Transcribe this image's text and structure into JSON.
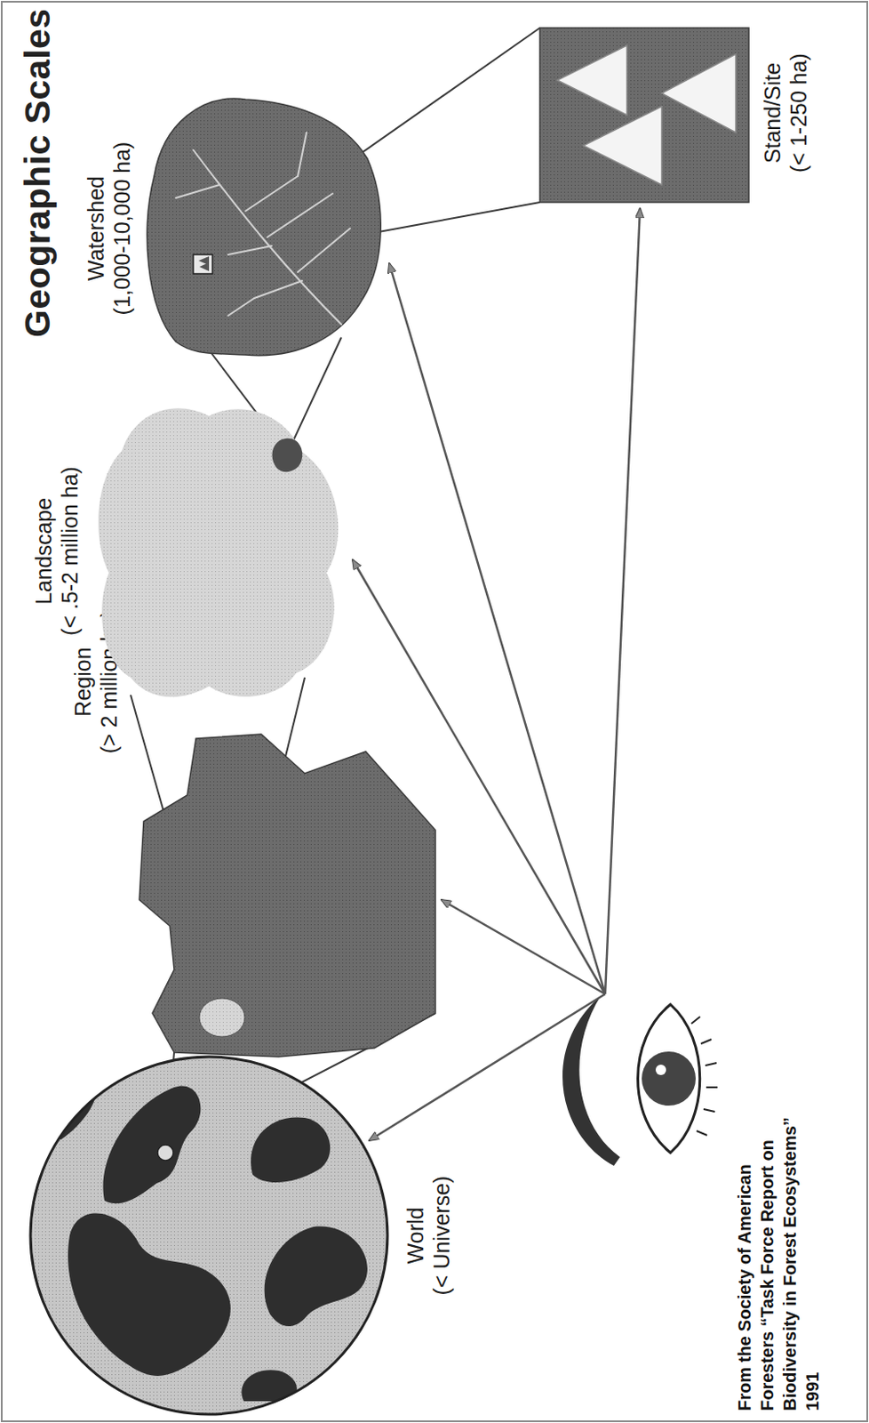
{
  "diagram": {
    "title": "Geographic Scales",
    "caption": "From the Society of American Foresters “Task Force Report on Biodiversity in Forest Ecosystems” 1991",
    "nodes": [
      {
        "text": [
          "World",
          "(< Universe)"
        ]
      },
      {
        "text": [
          "Region",
          "(> 2 million ha)"
        ]
      },
      {
        "text": [
          "Landscape",
          "(< .5-2 million ha)"
        ]
      },
      {
        "text": [
          "Watershed",
          "(1,000-10,000 ha)"
        ]
      },
      {
        "text": [
          "Stand/Site",
          "(< 1-250 ha)"
        ]
      }
    ],
    "edges": [
      {
        "from": 0,
        "to": 1,
        "arrow": "none"
      },
      {
        "from": 0,
        "to": 1,
        "arrow": "none"
      },
      {
        "from": 1,
        "to": 2,
        "arrow": "none"
      },
      {
        "from": 1,
        "to": 2,
        "arrow": "none"
      },
      {
        "from": 2,
        "to": 3,
        "arrow": "none"
      },
      {
        "from": 2,
        "to": 3,
        "arrow": "none"
      },
      {
        "from": 3,
        "to": 4,
        "arrow": "none"
      },
      {
        "from": 3,
        "to": 4,
        "arrow": "none"
      }
    ]
  }
}
